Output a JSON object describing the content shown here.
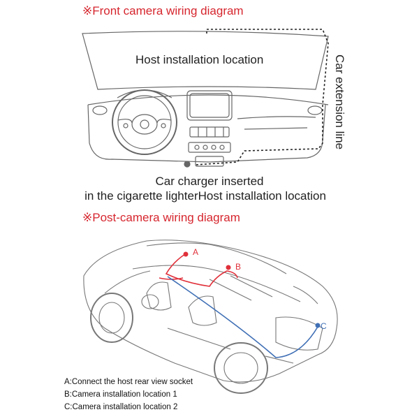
{
  "front": {
    "heading": "※Front camera wiring diagram",
    "host_label": "Host installation location",
    "extension_label": "Car extension line",
    "charger_line1": "Car charger inserted",
    "charger_line2": "in the cigarette lighterHost installation location"
  },
  "rear": {
    "heading": "※Post-camera wiring diagram",
    "marker_a": "A",
    "marker_b": "B",
    "marker_c": "C",
    "legend": [
      "A:Connect the host rear view socket",
      "B:Camera installation location 1",
      "C:Camera installation location 2"
    ]
  },
  "colors": {
    "heading": "#d6262e",
    "wire": "#e0303a",
    "sketch": "#555555"
  }
}
